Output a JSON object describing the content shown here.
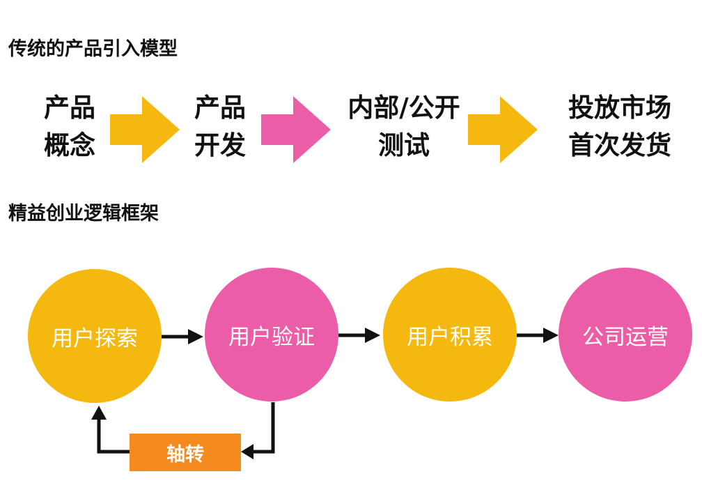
{
  "traditional": {
    "title": "传统的产品引入模型",
    "steps": [
      {
        "line1": "产品",
        "line2": "概念"
      },
      {
        "line1": "产品",
        "line2": "开发"
      },
      {
        "line1": "内部/公开",
        "line2": "测试"
      },
      {
        "line1": "投放市场",
        "line2": "首次发货"
      }
    ],
    "arrow_colors": [
      "#F5B80F",
      "#EC5DA8",
      "#F5B80F"
    ]
  },
  "lean": {
    "title": "精益创业逻辑框架",
    "nodes": [
      {
        "label": "用户探索",
        "color": "#F5B80F"
      },
      {
        "label": "用户验证",
        "color": "#EC5DA8"
      },
      {
        "label": "用户积累",
        "color": "#F5B80F"
      },
      {
        "label": "公司运营",
        "color": "#EC5DA8"
      }
    ],
    "pivot": {
      "label": "轴转",
      "color": "#F58A1F"
    }
  }
}
